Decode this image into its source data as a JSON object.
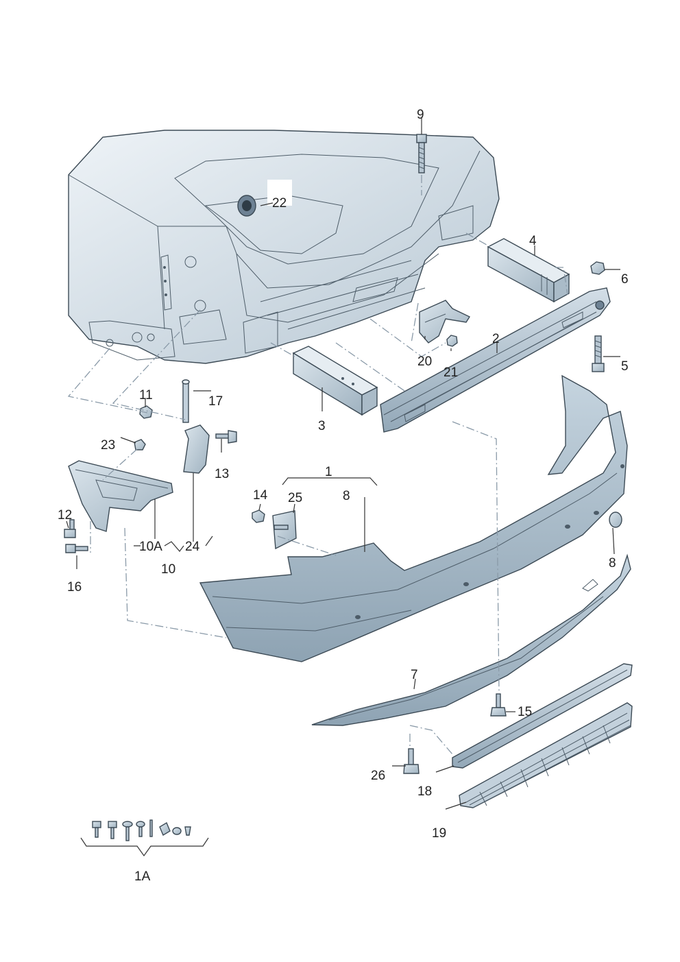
{
  "labels": {
    "l1": "1",
    "l1A": "1A",
    "l2": "2",
    "l3": "3",
    "l4": "4",
    "l5": "5",
    "l6": "6",
    "l7": "7",
    "l8a": "8",
    "l8b": "8",
    "l9": "9",
    "l10": "10",
    "l10A": "10A",
    "l11": "11",
    "l12": "12",
    "l13": "13",
    "l14": "14",
    "l15": "15",
    "l16": "16",
    "l17": "17",
    "l18": "18",
    "l19": "19",
    "l20": "20",
    "l21": "21",
    "l22": "22",
    "l23": "23",
    "l24": "24",
    "l25": "25",
    "l26": "26"
  },
  "colors": {
    "body_light": "#dfe7ee",
    "body_mid": "#b9c9d5",
    "body_dark": "#8fa4b4",
    "outline": "#3c4a55",
    "label_text": "#222222"
  }
}
